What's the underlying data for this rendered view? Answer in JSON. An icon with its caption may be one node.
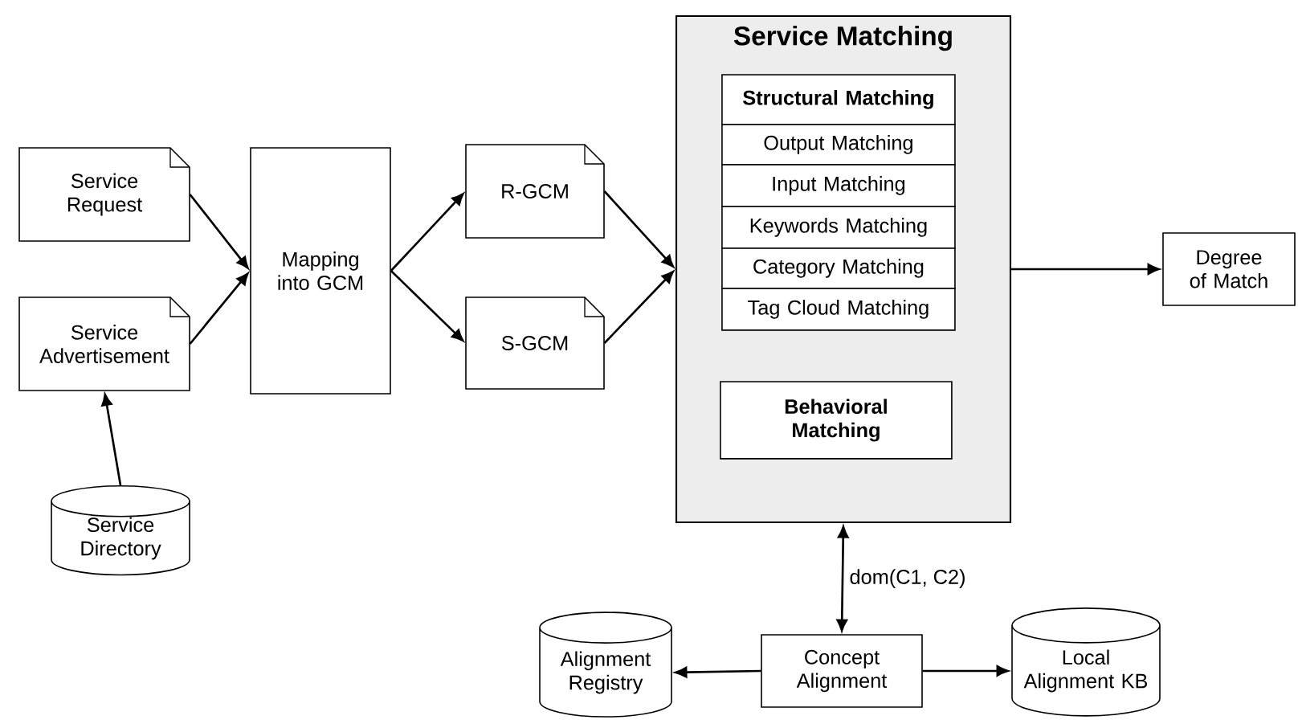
{
  "diagram": {
    "nodes": [
      {
        "text": [
          "Service Request"
        ]
      },
      {
        "text": [
          "Service Advertisement"
        ]
      },
      {
        "text": [
          "Service Directory"
        ]
      },
      {
        "text": [
          "Mapping into GCM"
        ]
      },
      {
        "text": [
          "R-GCM"
        ]
      },
      {
        "text": [
          "S-GCM"
        ]
      },
      {
        "text": [
          "Service Matching"
        ]
      },
      {
        "text": [
          "Structural Matching"
        ],
        "in": 6
      },
      {
        "text": [
          "Output Matching"
        ],
        "in": 6
      },
      {
        "text": [
          "Input Matching"
        ],
        "in": 6
      },
      {
        "text": [
          "Keywords Matching"
        ],
        "in": 6
      },
      {
        "text": [
          "Category Matching"
        ],
        "in": 6
      },
      {
        "text": [
          "Tag Cloud Matching"
        ],
        "in": 6
      },
      {
        "text": [
          "Behavioral Matching"
        ],
        "in": 6
      },
      {
        "text": [
          "Degree of Match"
        ]
      },
      {
        "text": [
          "Concept Alignment"
        ]
      },
      {
        "text": [
          "Alignment Registry"
        ]
      },
      {
        "text": [
          "Local Alignment KB"
        ]
      }
    ],
    "edges": [
      {
        "from": 0,
        "to": 3,
        "arrow": "to"
      },
      {
        "from": 1,
        "to": 3,
        "arrow": "to"
      },
      {
        "from": 2,
        "to": 1,
        "arrow": "to"
      },
      {
        "from": 3,
        "to": 4,
        "arrow": "to"
      },
      {
        "from": 3,
        "to": 5,
        "arrow": "to"
      },
      {
        "from": 4,
        "to": 6,
        "arrow": "to"
      },
      {
        "from": 5,
        "to": 6,
        "arrow": "to"
      },
      {
        "from": 6,
        "to": 14,
        "arrow": "to"
      },
      {
        "from": 15,
        "to": 6,
        "arrow": "both",
        "label": "dom(C1, C2)"
      },
      {
        "from": 15,
        "to": 16,
        "arrow": "to"
      },
      {
        "from": 15,
        "to": 17,
        "arrow": "to"
      }
    ]
  }
}
